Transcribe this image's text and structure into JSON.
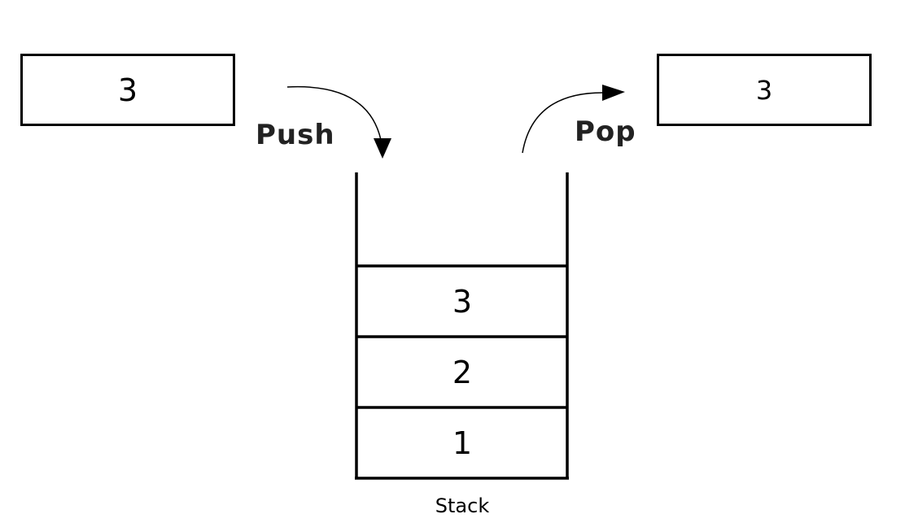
{
  "input_value": "3",
  "output_value": "3",
  "push_label": "Push",
  "pop_label": "Pop",
  "stack": {
    "items_top_to_bottom": [
      "3",
      "2",
      "1"
    ],
    "caption": "Stack"
  }
}
